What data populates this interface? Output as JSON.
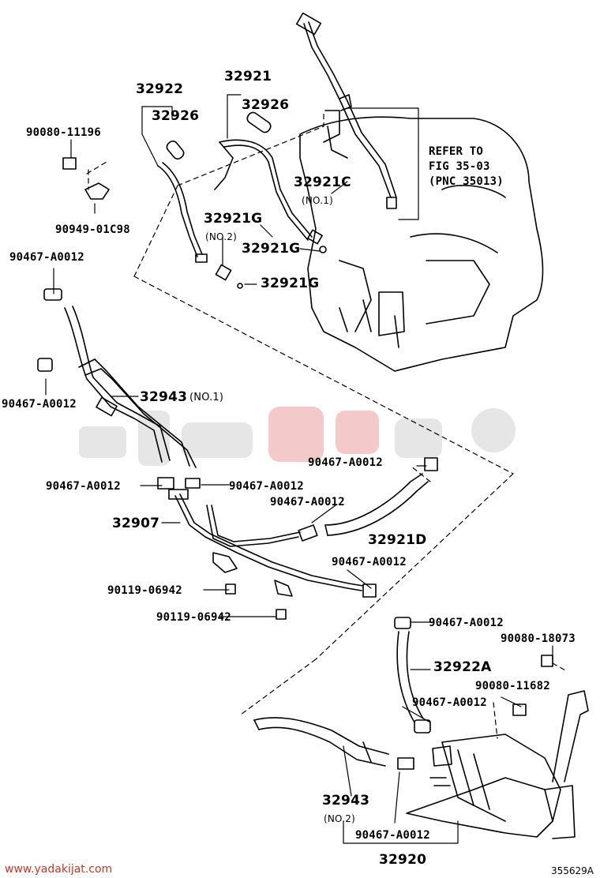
{
  "labels": {
    "p32922": "32922",
    "p32921": "32921",
    "p32926_a": "32926",
    "p32926_b": "32926",
    "p90080_11196": "90080-11196",
    "p90949": "90949-01C98",
    "p32921C": "32921C",
    "p32921C_sub": "(NO.1)",
    "p32921G_a": "32921G",
    "p32921G_a_sub": "(NO.2)",
    "p32921G_b": "32921G",
    "p32921G_c": "32921G",
    "p90467_1": "90467-A0012",
    "p90467_2": "90467-A0012",
    "p32943_1": "32943",
    "p32943_1_sub": "(NO.1)",
    "p90467_3": "90467-A0012",
    "p90467_4": "90467-A0012",
    "p90467_5": "90467-A0012",
    "p90467_6": "90467-A0012",
    "p32907": "32907",
    "p32921D": "32921D",
    "p90467_7": "90467-A0012",
    "p90119_1": "90119-06942",
    "p90119_2": "90119-06942",
    "p90467_8": "90467-A0012",
    "p90080_18073": "90080-18073",
    "p32922A": "32922A",
    "p90080_11682": "90080-11682",
    "p90467_9": "90467-A0012",
    "p32943_2": "32943",
    "p32943_2_sub": "(NO.2)",
    "p90467_10": "90467-A0012",
    "p32920": "32920"
  },
  "refer": {
    "line1": "REFER TO",
    "line2": "FIG 35-03",
    "line3": "(PNC 35013)"
  },
  "watermark": "www.yadakijat.com",
  "figure_id": "355629A",
  "colors": {
    "ink": "#000000",
    "watermark": "#c0392b",
    "logo": "#d9d9d9"
  }
}
